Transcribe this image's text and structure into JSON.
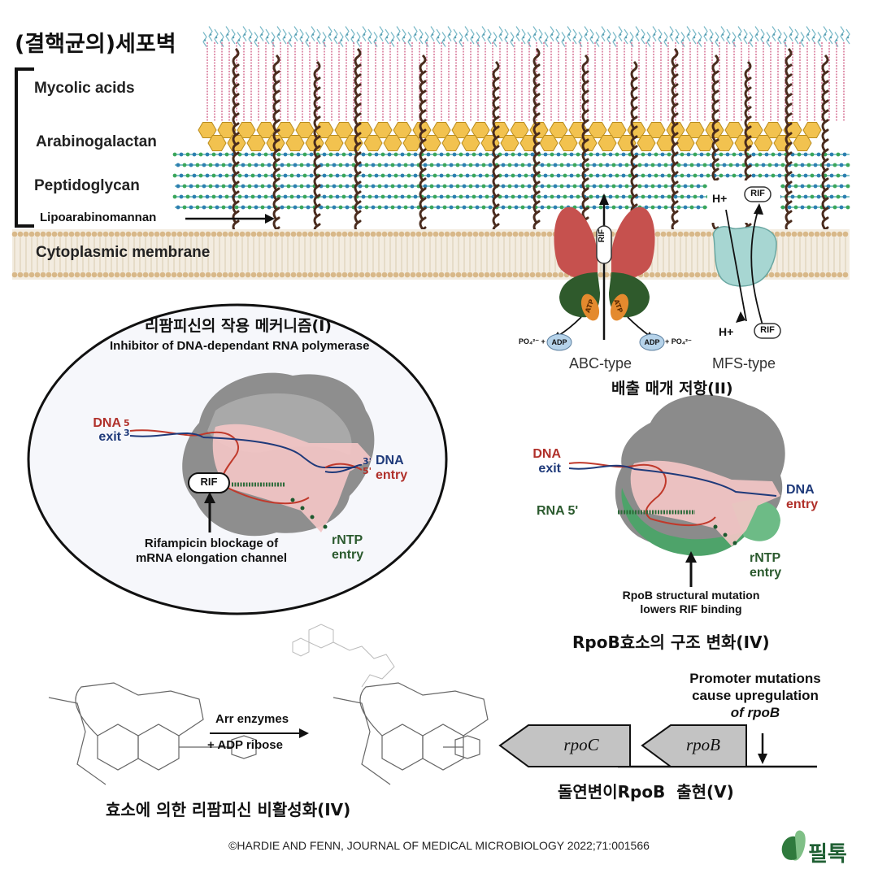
{
  "header": {
    "title": "(결핵균의)세포벽"
  },
  "cell_wall": {
    "layers": [
      "Mycolic acids",
      "Arabinogalactan",
      "Peptidoglycan",
      "Lipoarabinomannan",
      "Cytoplasmic membrane"
    ]
  },
  "mechanism_I": {
    "title_ko": "리팜피신의 작용 메커니즘(I)",
    "title_en": "Inhibitor of DNA-dependant RNA polymerase",
    "dna_exit": [
      "DNA",
      "exit"
    ],
    "dna_entry": [
      "DNA",
      "entry"
    ],
    "strand_5": "5",
    "strand_3": "3",
    "strand_3p": "3'",
    "strand_5p": "5'",
    "rif": "RIF",
    "blockage": [
      "Rifampicin blockage of",
      "mRNA elongation channel"
    ],
    "rntp": [
      "rNTP",
      "entry"
    ]
  },
  "efflux_II": {
    "rif_channel": "RIF",
    "atp_left": "ATP",
    "atp_right": "ATP",
    "po4_left": "PO₄²⁻ +",
    "adp_left": "ADP",
    "adp_right": "ADP",
    "po4_right": "+ PO₄²⁻",
    "abc_label": "ABC-type",
    "hplus_top": "H+",
    "rif_top": "RIF",
    "hplus_bottom": "H+",
    "rif_bottom": "RIF",
    "mfs_label": "MFS-type",
    "title_ko": "배출 매개 저항(II)"
  },
  "rpob_IV": {
    "dna_exit": [
      "DNA",
      "exit"
    ],
    "dna_entry": [
      "DNA",
      "entry"
    ],
    "rna5": "RNA 5'",
    "rntp": [
      "rNTP",
      "entry"
    ],
    "mutation": [
      "RpoB structural mutation",
      "lowers RIF binding"
    ],
    "title_ko": "RpoB효소의 구조 변화(IV)"
  },
  "inactivation": {
    "arrow_top": "Arr enzymes",
    "arrow_bottom": "+ ADP ribose",
    "title_ko": "효소에 의한 리팜피신 비활성화(IV)"
  },
  "promoter_V": {
    "note": [
      "Promoter mutations",
      "cause upregulation",
      "of rpoB"
    ],
    "gene_c": "rpoC",
    "gene_b": "rpoB",
    "title_ko": "돌연변이RpoB  출현(V)"
  },
  "credit": "©HARDIE AND FENN, JOURNAL OF MEDICAL MICROBIOLOGY 2022;71:001566",
  "logo": {
    "text": "필톡"
  }
}
